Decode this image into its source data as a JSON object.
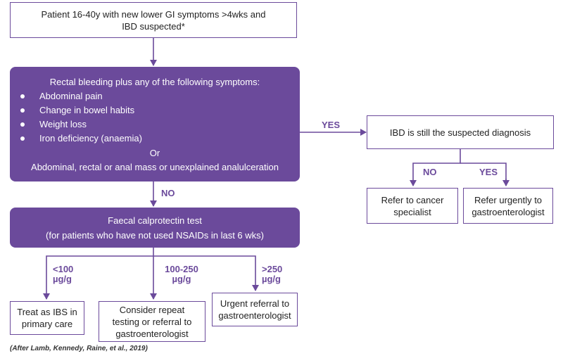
{
  "start": {
    "line1": "Patient 16-40y with new lower GI symptoms >4wks and",
    "line2": "IBD suspected*"
  },
  "symptoms": {
    "header": "Rectal bleeding plus any of the following symptoms:",
    "items": [
      "Abdominal pain",
      "Change in bowel habits",
      "Weight loss",
      "Iron deficiency (anaemia)"
    ],
    "or": "Or",
    "alternative": "Abdominal, rectal or anal mass or unexplained analulceration"
  },
  "ibd_check": {
    "text": "IBD is still the suspected diagnosis"
  },
  "cancer": {
    "line1": "Refer to cancer",
    "line2": "specialist"
  },
  "urgent_gastro": {
    "line1": "Refer urgently to",
    "line2": "gastroenterologist"
  },
  "calprotectin": {
    "line1": "Faecal calprotectin test",
    "line2": "(for patients who have not used NSAIDs in last 6 wks)"
  },
  "ibs": {
    "line1": "Treat as IBS in",
    "line2": "primary care"
  },
  "repeat": {
    "line1": "Consider repeat",
    "line2": "testing or referral to",
    "line3": "gastroenterologist"
  },
  "urgent_referral": {
    "line1": "Urgent referral to",
    "line2": "gastroenterologist"
  },
  "labels": {
    "yes_main": "YES",
    "no_main": "NO",
    "no_ibd": "NO",
    "yes_ibd": "YES",
    "low_value": "<100",
    "low_unit": "µg/g",
    "mid_value": "100-250",
    "mid_unit": "µg/g",
    "high_value": ">250",
    "high_unit": "µg/g"
  },
  "citation": "(After Lamb, Kennedy, Raine, et al., 2019)",
  "colors": {
    "accent": "#6b4a9b"
  }
}
